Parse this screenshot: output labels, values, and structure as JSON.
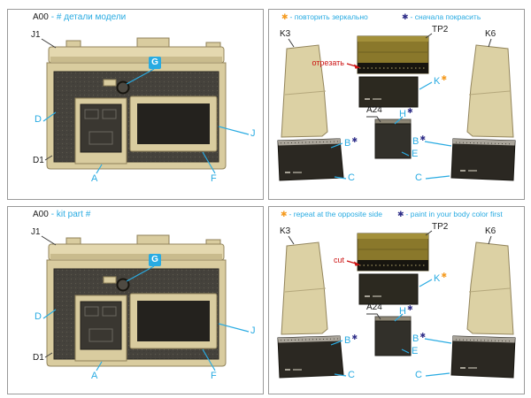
{
  "quadrants": {
    "tl": {
      "code": "A00",
      "desc": "- # детали модели",
      "labels": {
        "j1": "J1",
        "g": "G",
        "d": "D",
        "j": "J",
        "d1": "D1",
        "a": "A",
        "f": "F"
      }
    },
    "tr": {
      "legend_repeat": {
        "star": "✱",
        "text": "- повторить зеркально"
      },
      "legend_paint": {
        "star": "✱",
        "text": "- сначала покрасить"
      },
      "cut": "отрезать",
      "labels": {
        "k3": "K3",
        "tp2": "TP2",
        "k6": "K6",
        "k": "K",
        "k_star": "✱",
        "a24": "A24",
        "h": "H",
        "h_star": "✱",
        "b_left": "B",
        "b_left_star": "✱",
        "c_left": "C",
        "b_right": "B",
        "b_right_star": "✱",
        "e": "E",
        "c_right": "C"
      }
    },
    "bl": {
      "code": "A00",
      "desc": "- kit part #",
      "labels": {
        "j1": "J1",
        "g": "G",
        "d": "D",
        "j": "J",
        "d1": "D1",
        "a": "A",
        "f": "F"
      }
    },
    "br": {
      "legend_repeat": {
        "star": "✱",
        "text": "- repeat at the opposite side"
      },
      "legend_paint": {
        "star": "✱",
        "text": "- paint in your body color first"
      },
      "cut": "cut",
      "labels": {
        "k3": "K3",
        "tp2": "TP2",
        "k6": "K6",
        "k": "K",
        "k_star": "✱",
        "a24": "A24",
        "h": "H",
        "h_star": "✱",
        "b_left": "B",
        "b_left_star": "✱",
        "c_left": "C",
        "b_right": "B",
        "b_right_star": "✱",
        "e": "E",
        "c_right": "C"
      }
    }
  },
  "colors": {
    "callout_cyan": "#29abe2",
    "star_orange": "#f59b20",
    "star_navy": "#2e2d88",
    "cut_red": "#cc1111",
    "part_tan": "#d9cc9f",
    "part_dark": "#45423c",
    "fret_brass": "#8a782b"
  }
}
